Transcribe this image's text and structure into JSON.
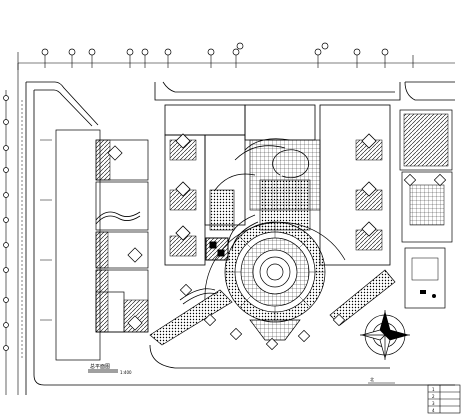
{
  "drawing": {
    "title_label": "总平面图",
    "scale_label": "1:400",
    "compass_label": "北",
    "legend_rows": [
      {
        "num": "1",
        "name": ""
      },
      {
        "num": "2",
        "name": ""
      },
      {
        "num": "3",
        "name": ""
      },
      {
        "num": "4",
        "name": ""
      }
    ]
  }
}
